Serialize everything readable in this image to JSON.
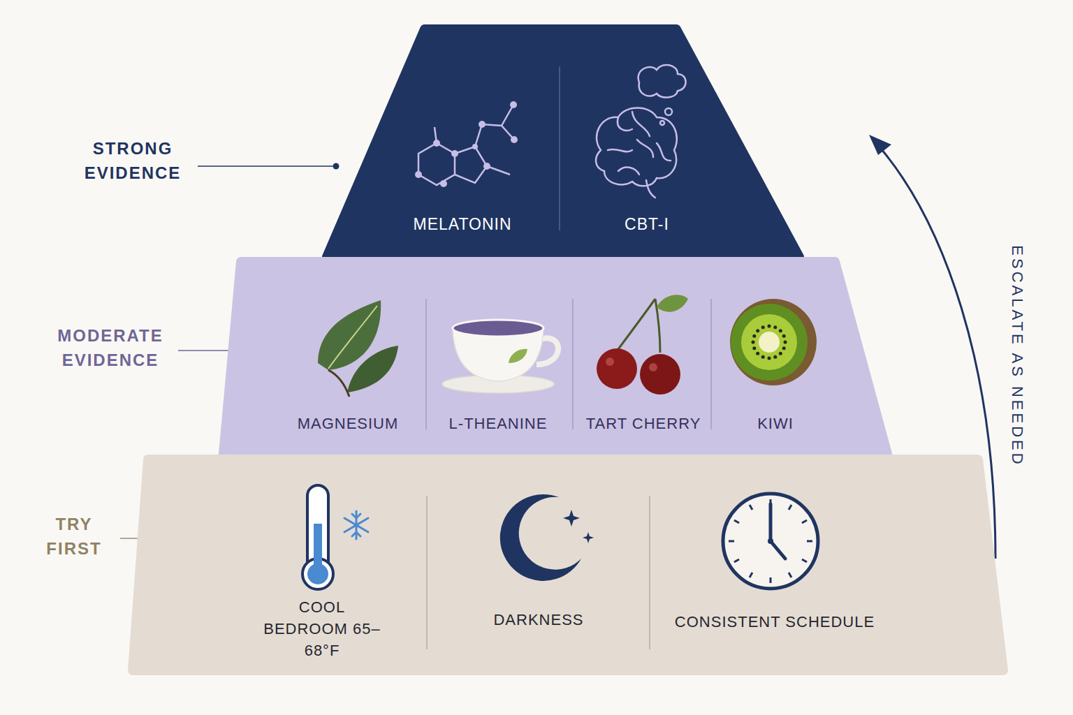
{
  "diagram": {
    "nodes": [
      {
        "text": [
          "STRONG EVIDENCE"
        ]
      },
      {
        "text": [
          "MELATONIN"
        ],
        "in": 0
      },
      {
        "text": [
          "CBT-I"
        ],
        "in": 0
      },
      {
        "text": [
          "MODERATE EVIDENCE"
        ]
      },
      {
        "text": [
          "MAGNESIUM"
        ],
        "in": 3
      },
      {
        "text": [
          "L-THEANINE"
        ],
        "in": 3
      },
      {
        "text": [
          "TART CHERRY"
        ],
        "in": 3
      },
      {
        "text": [
          "KIWI"
        ],
        "in": 3
      },
      {
        "text": [
          "TRY FIRST"
        ]
      },
      {
        "text": [
          "COOL BEDROOM 65–68°F"
        ],
        "in": 8
      },
      {
        "text": [
          "DARKNESS"
        ],
        "in": 8
      },
      {
        "text": [
          "CONSISTENT SCHEDULE"
        ],
        "in": 8
      }
    ],
    "labels": [
      "ESCALATE AS NEEDED"
    ]
  }
}
